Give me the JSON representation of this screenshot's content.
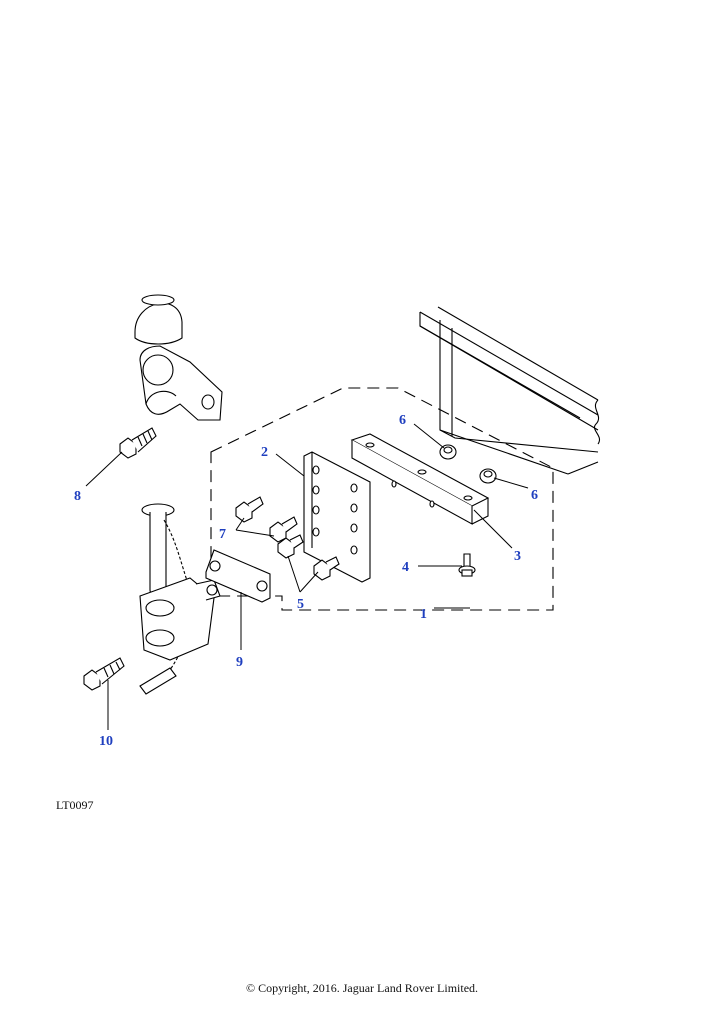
{
  "diagram": {
    "reference_code": "LT0097",
    "copyright": "© Copyright, 2016. Jaguar Land Rover Limited.",
    "callouts": [
      {
        "id": "c1",
        "label": "1"
      },
      {
        "id": "c2",
        "label": "2"
      },
      {
        "id": "c3",
        "label": "3"
      },
      {
        "id": "c4",
        "label": "4"
      },
      {
        "id": "c5",
        "label": "5"
      },
      {
        "id": "c6a",
        "label": "6"
      },
      {
        "id": "c6b",
        "label": "6"
      },
      {
        "id": "c7",
        "label": "7"
      },
      {
        "id": "c8",
        "label": "8"
      },
      {
        "id": "c9",
        "label": "9"
      },
      {
        "id": "c10",
        "label": "10"
      }
    ],
    "colors": {
      "callout": "#1f3fbf",
      "line": "#000000",
      "background": "#ffffff"
    }
  }
}
